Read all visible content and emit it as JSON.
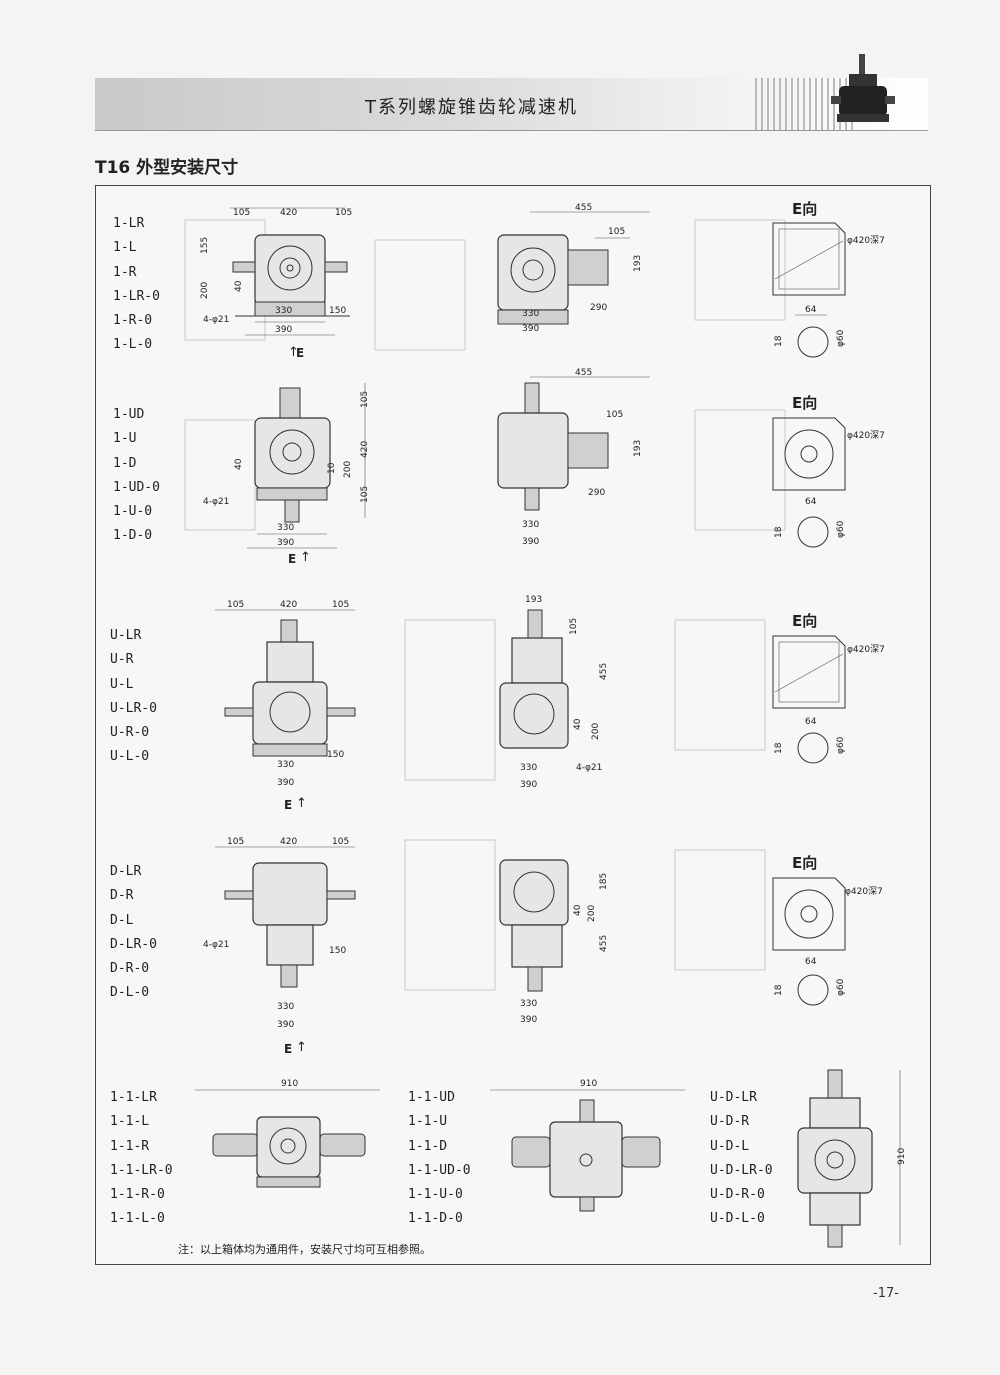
{
  "header": {
    "title": "T系列螺旋锥齿轮减速机"
  },
  "section_title": "T16 外型安装尺寸",
  "rows": [
    {
      "models": [
        "1-LR",
        "1-L",
        "1-R",
        "1-LR-0",
        "1-R-0",
        "1-L-0"
      ]
    },
    {
      "models": [
        "1-UD",
        "1-U",
        "1-D",
        "1-UD-0",
        "1-U-0",
        "1-D-0"
      ]
    },
    {
      "models": [
        "U-LR",
        "U-R",
        "U-L",
        "U-LR-0",
        "U-R-0",
        "U-L-0"
      ]
    },
    {
      "models": [
        "D-LR",
        "D-R",
        "D-L",
        "D-LR-0",
        "D-R-0",
        "D-L-0"
      ]
    }
  ],
  "bottom": {
    "left_models": [
      "1-1-LR",
      "1-1-L",
      "1-1-R",
      "1-1-LR-0",
      "1-1-R-0",
      "1-1-L-0"
    ],
    "mid_models": [
      "1-1-UD",
      "1-1-U",
      "1-1-D",
      "1-1-UD-0",
      "1-1-U-0",
      "1-1-D-0"
    ],
    "right_models": [
      "U-D-LR",
      "U-D-R",
      "U-D-L",
      "U-D-LR-0",
      "U-D-R-0",
      "U-D-L-0"
    ],
    "dim_910": "910"
  },
  "dims": {
    "d105": "105",
    "d420": "420",
    "d155": "155",
    "d200": "200",
    "d40": "40",
    "d330": "330",
    "d390": "390",
    "d150": "150",
    "holes": "4-φ21",
    "d455": "455",
    "d193": "193",
    "d290": "290",
    "d10": "10",
    "d185": "185"
  },
  "e_view": {
    "title": "E向",
    "flange": "φ420深7",
    "key_w": "64",
    "key_h": "18",
    "shaft": "φ60"
  },
  "e_mark": "E",
  "note": "注：以上箱体均为通用件，安装尺寸均可互相参照。",
  "page_number": "-17-"
}
